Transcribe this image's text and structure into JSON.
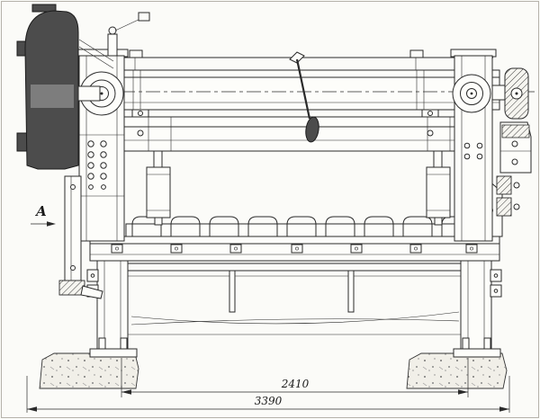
{
  "drawing": {
    "section_label": "A",
    "dimensions": {
      "inner": "2410",
      "overall": "3390"
    },
    "colors": {
      "line": "#2a2a2a",
      "paper": "#fbfbf8",
      "dark_fill": "#4c4c4c",
      "concrete": "#f1efe8"
    }
  }
}
